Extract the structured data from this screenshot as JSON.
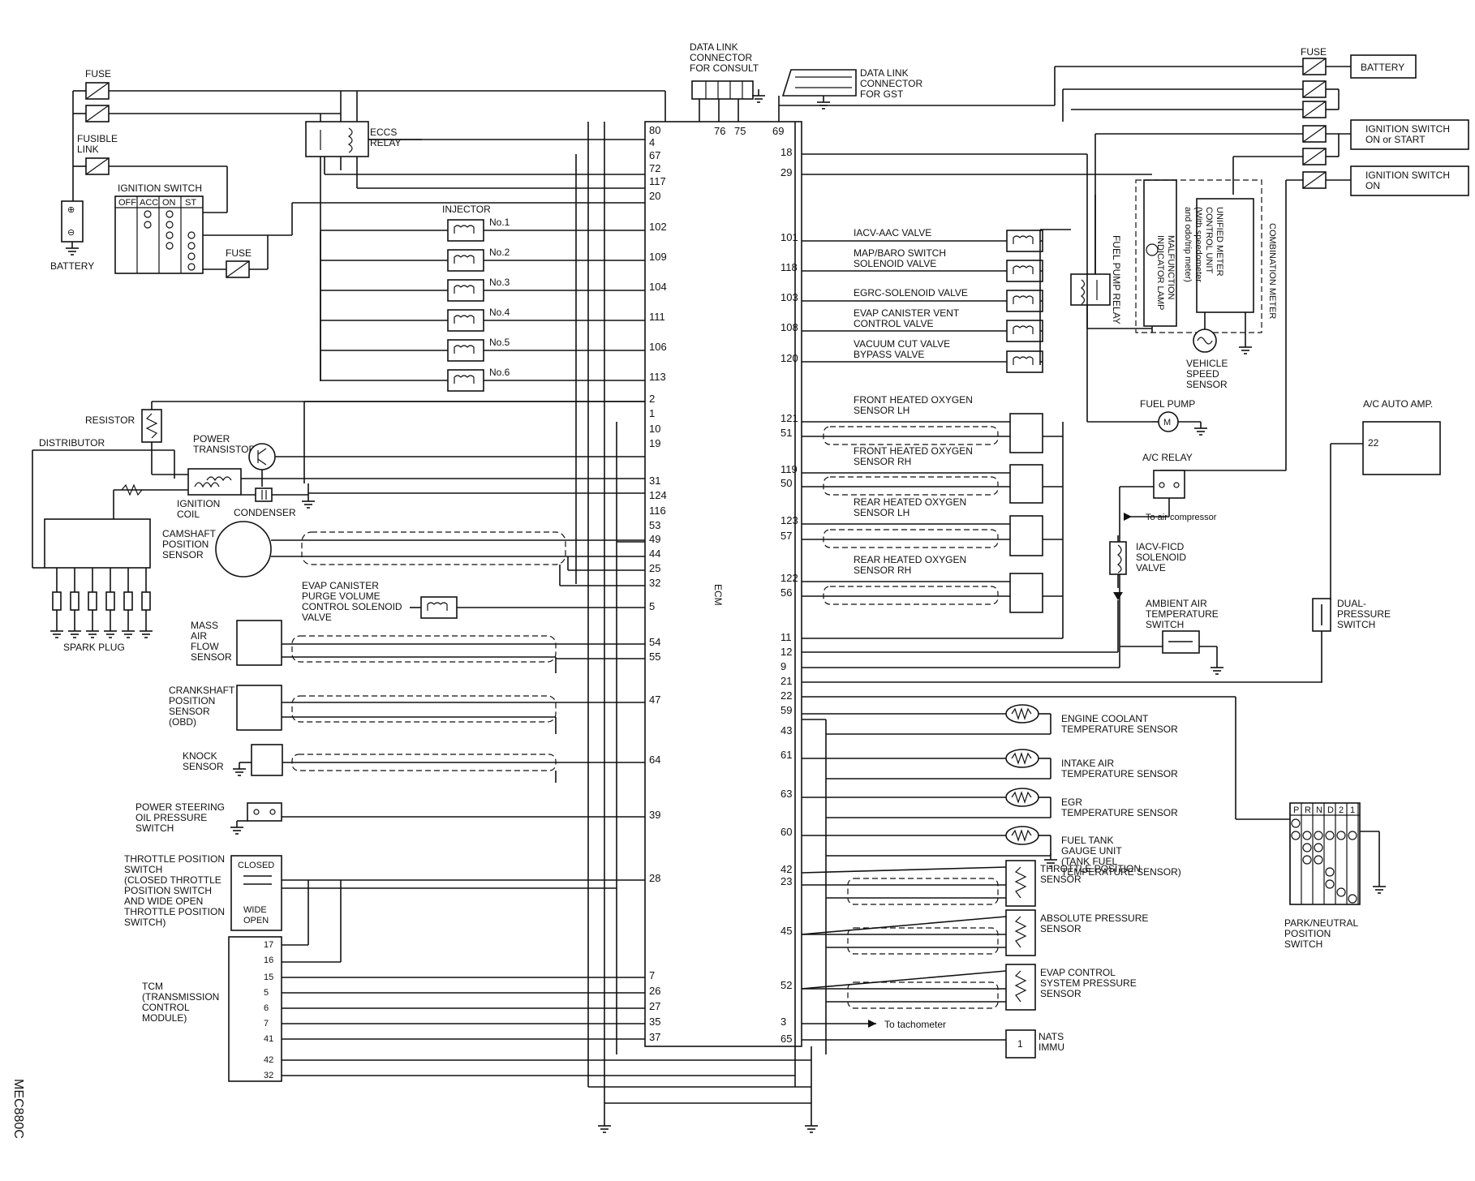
{
  "diagram_id": "MEC880C",
  "ecm": {
    "label": "ECM",
    "left_pins": [
      "80",
      "4",
      "67",
      "72",
      "117",
      "20",
      "102",
      "109",
      "104",
      "111",
      "106",
      "113",
      "2",
      "1",
      "10",
      "19",
      "31",
      "124",
      "116",
      "53",
      "49",
      "44",
      "25",
      "32",
      "5",
      "54",
      "55",
      "47",
      "64",
      "39",
      "28",
      "7",
      "26",
      "27",
      "35",
      "37"
    ],
    "top_pins": [
      "76",
      "75",
      "69"
    ],
    "right_pins": [
      "18",
      "29",
      "101",
      "118",
      "103",
      "108",
      "120",
      "121",
      "51",
      "119",
      "50",
      "123",
      "57",
      "122",
      "56",
      "11",
      "12",
      "9",
      "21",
      "22",
      "59",
      "43",
      "61",
      "63",
      "60",
      "42",
      "23",
      "45",
      "52",
      "3",
      "65"
    ]
  },
  "power": {
    "fuse1": "FUSE",
    "fusible_link": "FUSIBLE\nLINK",
    "battery": "BATTERY",
    "ignition_switch": "IGNITION SWITCH",
    "ign_positions": [
      "OFF",
      "ACC",
      "ON",
      "ST"
    ],
    "fuse2": "FUSE",
    "eccs_relay": "ECCS\nRELAY"
  },
  "data_link": {
    "consult": "DATA LINK\nCONNECTOR\nFOR CONSULT",
    "gst": "DATA LINK\nCONNECTOR\nFOR GST"
  },
  "injector": {
    "title": "INJECTOR",
    "items": [
      "No.1",
      "No.2",
      "No.3",
      "No.4",
      "No.5",
      "No.6"
    ]
  },
  "ignition": {
    "resistor": "RESISTOR",
    "distributor": "DISTRIBUTOR",
    "power_transistor": "POWER\nTRANSISTOR",
    "ignition_coil": "IGNITION\nCOIL",
    "condenser": "CONDENSER",
    "camshaft_sensor": "CAMSHAFT\nPOSITION\nSENSOR",
    "spark_plug": "SPARK PLUG"
  },
  "left_components": {
    "evap_purge": "EVAP CANISTER\nPURGE VOLUME\nCONTROL SOLENOID\nVALVE",
    "maf": "MASS\nAIR\nFLOW\nSENSOR",
    "crankshaft": "CRANKSHAFT\nPOSITION\nSENSOR\n(OBD)",
    "knock": "KNOCK\nSENSOR",
    "ps_switch": "POWER STEERING\nOIL PRESSURE\nSWITCH",
    "tps_switch": "THROTTLE POSITION\nSWITCH\n(CLOSED THROTTLE\nPOSITION SWITCH\nAND WIDE OPEN\nTHROTTLE POSITION\nSWITCH)",
    "closed": "CLOSED",
    "wide_open": "WIDE\nOPEN",
    "tcm": "TCM\n(TRANSMISSION\nCONTROL\nMODULE)",
    "tcm_pins": [
      "17",
      "16",
      "15",
      "5",
      "6",
      "7",
      "41",
      "42",
      "32"
    ]
  },
  "right_components": {
    "iacv_aac": "IACV-AAC VALVE",
    "map_baro": "MAP/BARO SWITCH\nSOLENOID VALVE",
    "egrc": "EGRC-SOLENOID VALVE",
    "evap_vent": "EVAP CANISTER VENT\nCONTROL VALVE",
    "vacuum_cut": "VACUUM CUT VALVE\nBYPASS VALVE",
    "front_lh": "FRONT HEATED OXYGEN\nSENSOR LH",
    "front_rh": "FRONT HEATED OXYGEN\nSENSOR RH",
    "rear_lh": "REAR HEATED OXYGEN\nSENSOR LH",
    "rear_rh": "REAR HEATED OXYGEN\nSENSOR RH",
    "coolant": "ENGINE COOLANT\nTEMPERATURE SENSOR",
    "intake_air": "INTAKE AIR\nTEMPERATURE SENSOR",
    "egr_temp": "EGR\nTEMPERATURE SENSOR",
    "fuel_tank": "FUEL TANK\nGAUGE UNIT\n(TANK FUEL\nTEMPERATURE SENSOR)",
    "tps": "THROTTLE POSITION\nSENSOR",
    "abs_pressure": "ABSOLUTE PRESSURE\nSENSOR",
    "evap_control": "EVAP CONTROL\nSYSTEM PRESSURE\nSENSOR",
    "tachometer": "To tachometer",
    "nats": "NATS\nIMMU",
    "nats_pin": "1"
  },
  "far_right": {
    "fuse": "FUSE",
    "battery": "BATTERY",
    "ign_on_start": "IGNITION SWITCH\nON or START",
    "ign_on": "IGNITION SWITCH\nON",
    "fuel_pump_relay": "FUEL PUMP RELAY",
    "mil": "MALFUNCTION\nINDICATOR LAMP",
    "unified_meter": "UNIFIED METER\nCONTROL UNIT\n(With speedometer\nand odo/trip meter)",
    "combination_meter": "COMBINATION METER",
    "vss": "VEHICLE\nSPEED\nSENSOR",
    "fuel_pump": "FUEL PUMP",
    "ac_relay": "A/C RELAY",
    "to_compressor": "To air compressor",
    "iacv_ficd": "IACV-FICD\nSOLENOID\nVALVE",
    "ambient": "AMBIENT AIR\nTEMPERATURE\nSWITCH",
    "ac_amp": "A/C AUTO AMP.",
    "ac_amp_pin": "22",
    "dual_pressure": "DUAL-\nPRESSURE\nSWITCH",
    "pnp": "PARK/NEUTRAL\nPOSITION\nSWITCH",
    "pnp_positions": [
      "P",
      "R",
      "N",
      "D",
      "2",
      "1"
    ]
  }
}
